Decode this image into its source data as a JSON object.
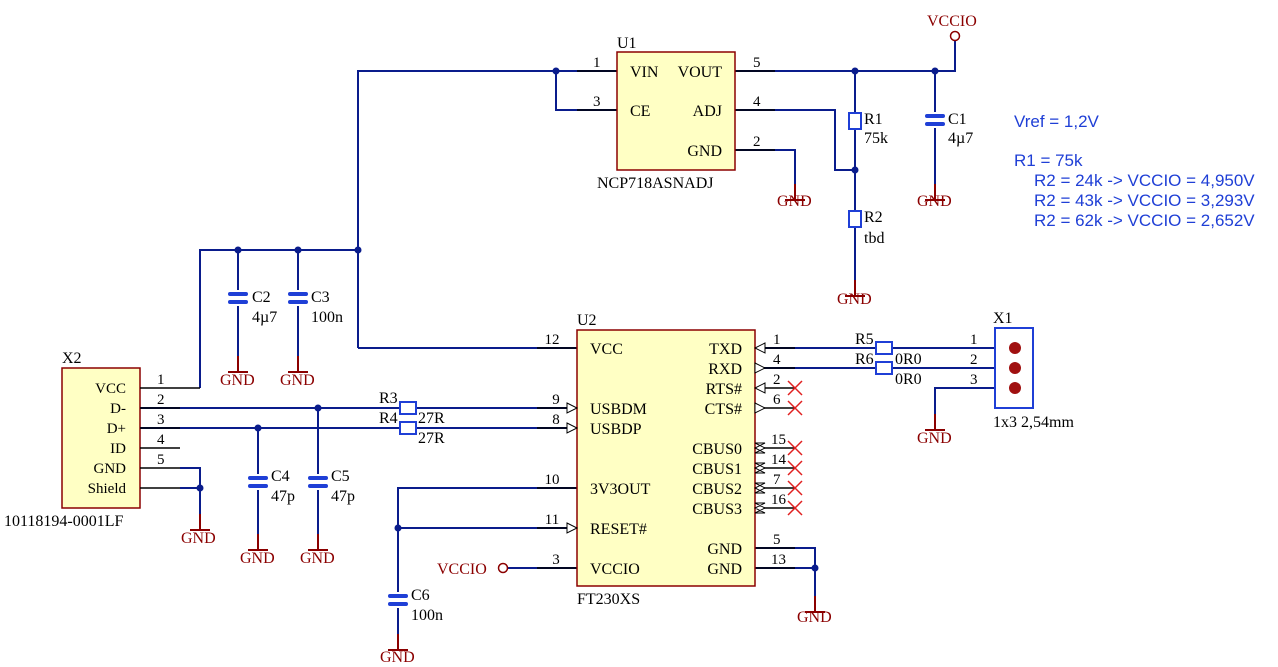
{
  "u1": {
    "ref": "U1",
    "part": "NCP718ASNADJ",
    "pins": {
      "vin": "VIN",
      "vout": "VOUT",
      "ce": "CE",
      "adj": "ADJ",
      "gnd": "GND"
    },
    "pin_numbers": {
      "vin": "1",
      "ce": "3",
      "vout": "5",
      "adj": "4",
      "gnd": "2"
    }
  },
  "u2": {
    "ref": "U2",
    "part": "FT230XS",
    "left_pins": [
      "VCC",
      "USBDM",
      "USBDP",
      "3V3OUT",
      "RESET#",
      "VCCIO"
    ],
    "left_numbers": [
      "12",
      "9",
      "8",
      "10",
      "11",
      "3"
    ],
    "right_pins": [
      "TXD",
      "RXD",
      "RTS#",
      "CTS#",
      "CBUS0",
      "CBUS1",
      "CBUS2",
      "CBUS3",
      "GND",
      "GND"
    ],
    "right_numbers": [
      "1",
      "4",
      "2",
      "6",
      "15",
      "14",
      "7",
      "16",
      "5",
      "13"
    ]
  },
  "x2": {
    "ref": "X2",
    "part": "10118194-0001LF",
    "pins": [
      "VCC",
      "D-",
      "D+",
      "ID",
      "GND",
      "Shield"
    ],
    "numbers": [
      "1",
      "2",
      "3",
      "4",
      "5"
    ]
  },
  "x1": {
    "ref": "X1",
    "part": "1x3 2,54mm",
    "numbers": [
      "1",
      "2",
      "3"
    ]
  },
  "components": {
    "c1": {
      "ref": "C1",
      "value": "4µ7"
    },
    "c2": {
      "ref": "C2",
      "value": "4µ7"
    },
    "c3": {
      "ref": "C3",
      "value": "100n"
    },
    "c4": {
      "ref": "C4",
      "value": "47p"
    },
    "c5": {
      "ref": "C5",
      "value": "47p"
    },
    "c6": {
      "ref": "C6",
      "value": "100n"
    },
    "r1": {
      "ref": "R1",
      "value": "75k"
    },
    "r2": {
      "ref": "R2",
      "value": "tbd"
    },
    "r3": {
      "ref": "R3",
      "value": "27R"
    },
    "r4": {
      "ref": "R4",
      "value": "27R"
    },
    "r5": {
      "ref": "R5",
      "value": "0R0"
    },
    "r6": {
      "ref": "R6",
      "value": "0R0"
    }
  },
  "power": {
    "vccio": "VCCIO",
    "gnd": "GND"
  },
  "notes": [
    "Vref = 1,2V",
    "R1 = 75k",
    "R2 = 24k -> VCCIO = 4,950V",
    "R2 = 43k -> VCCIO = 3,293V",
    "R2 = 62k -> VCCIO = 2,652V"
  ],
  "colors": {
    "wire": "#0a1c8c",
    "component": "#1f3fd6",
    "power": "#8b0000",
    "body_fill": "#ffffc4",
    "no_connect": "#e02020"
  }
}
